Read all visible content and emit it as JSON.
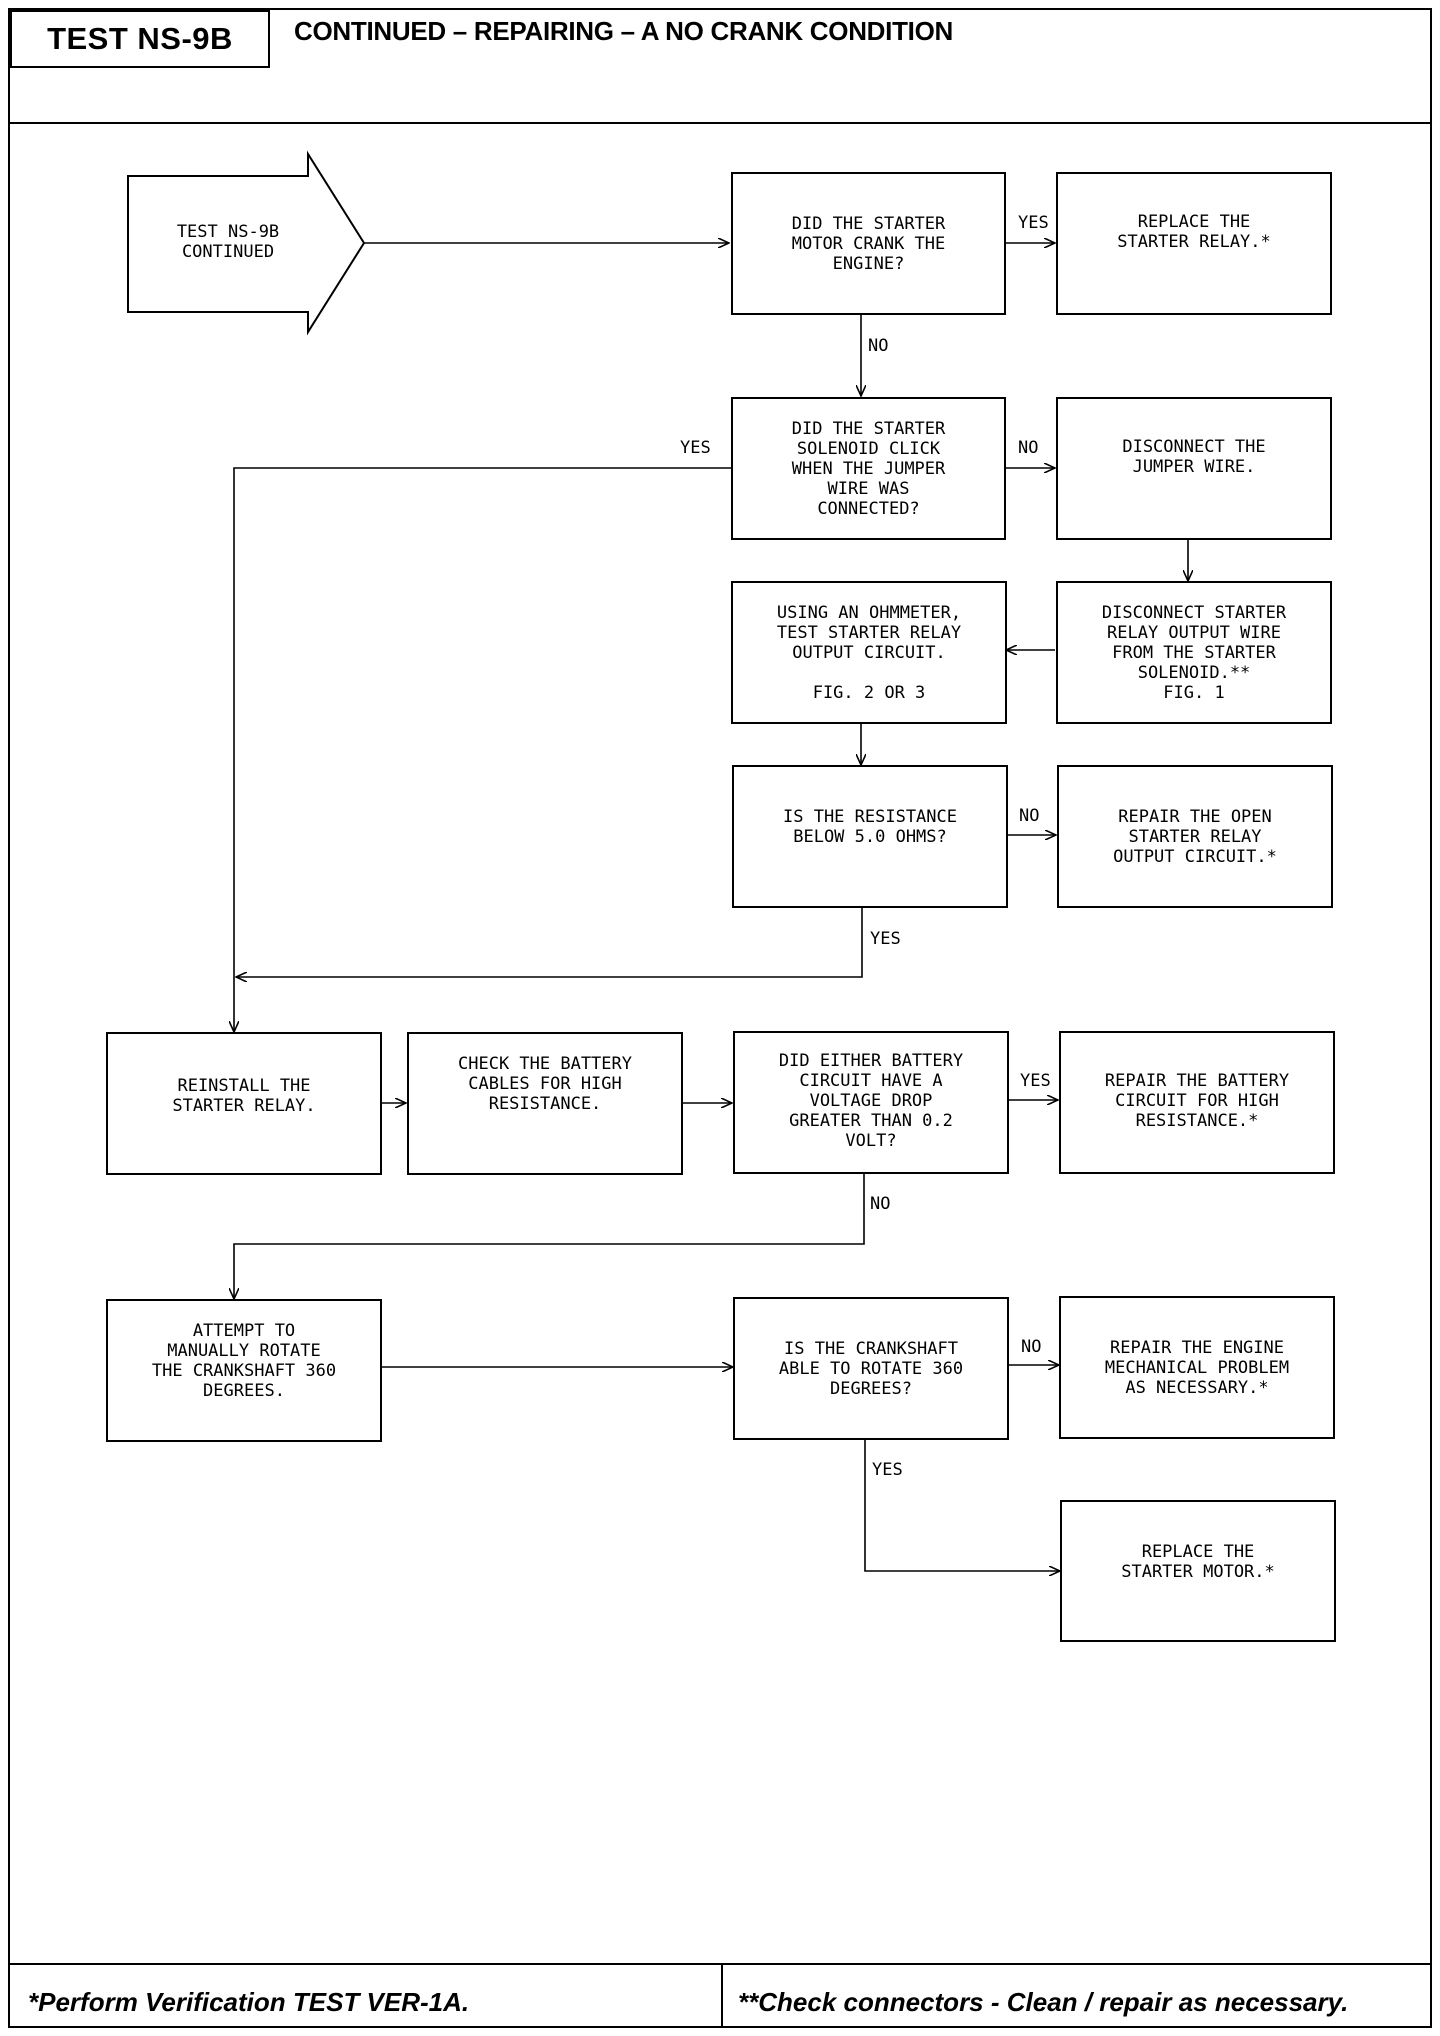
{
  "header": {
    "test_code": "TEST NS-9B",
    "title": "CONTINUED – REPAIRING – A NO CRANK CONDITION"
  },
  "flow": {
    "start": "TEST NS-9B\nCONTINUED",
    "q_crank": "DID THE STARTER\nMOTOR CRANK THE\nENGINE?",
    "replace_relay": "REPLACE THE\nSTARTER RELAY.*",
    "q_solenoid": "DID THE STARTER\nSOLENOID CLICK\nWHEN THE JUMPER\nWIRE WAS\nCONNECTED?",
    "disconnect_jumper": "DISCONNECT THE\nJUMPER WIRE.",
    "ohmmeter": "USING AN OHMMETER,\nTEST STARTER RELAY\nOUTPUT CIRCUIT.\n\nFIG. 2 OR 3",
    "disconnect_output": "DISCONNECT STARTER\nRELAY OUTPUT WIRE\nFROM THE STARTER\nSOLENOID.**\nFIG. 1",
    "q_resistance": "IS THE RESISTANCE\nBELOW 5.0 OHMS?",
    "repair_open": "REPAIR THE OPEN\nSTARTER RELAY\nOUTPUT CIRCUIT.*",
    "reinstall_relay": "REINSTALL THE\nSTARTER RELAY.",
    "check_cables": "CHECK THE BATTERY\nCABLES FOR HIGH\nRESISTANCE.",
    "q_voltage_drop": "DID EITHER BATTERY\nCIRCUIT HAVE A\nVOLTAGE DROP\nGREATER THAN 0.2\nVOLT?",
    "repair_battery": "REPAIR THE BATTERY\nCIRCUIT FOR HIGH\nRESISTANCE.*",
    "rotate_crank": "ATTEMPT TO\nMANUALLY ROTATE\nTHE CRANKSHAFT 360\nDEGREES.",
    "q_crankshaft": "IS THE CRANKSHAFT\nABLE TO ROTATE 360\nDEGREES?",
    "repair_engine": "REPAIR THE ENGINE\nMECHANICAL PROBLEM\nAS NECESSARY.*",
    "replace_motor": "REPLACE THE\nSTARTER MOTOR.*"
  },
  "labels": {
    "yes": "YES",
    "no": "NO"
  },
  "footer": {
    "left": "*Perform Verification TEST VER-1A.",
    "right": "**Check connectors - Clean / repair as necessary."
  }
}
